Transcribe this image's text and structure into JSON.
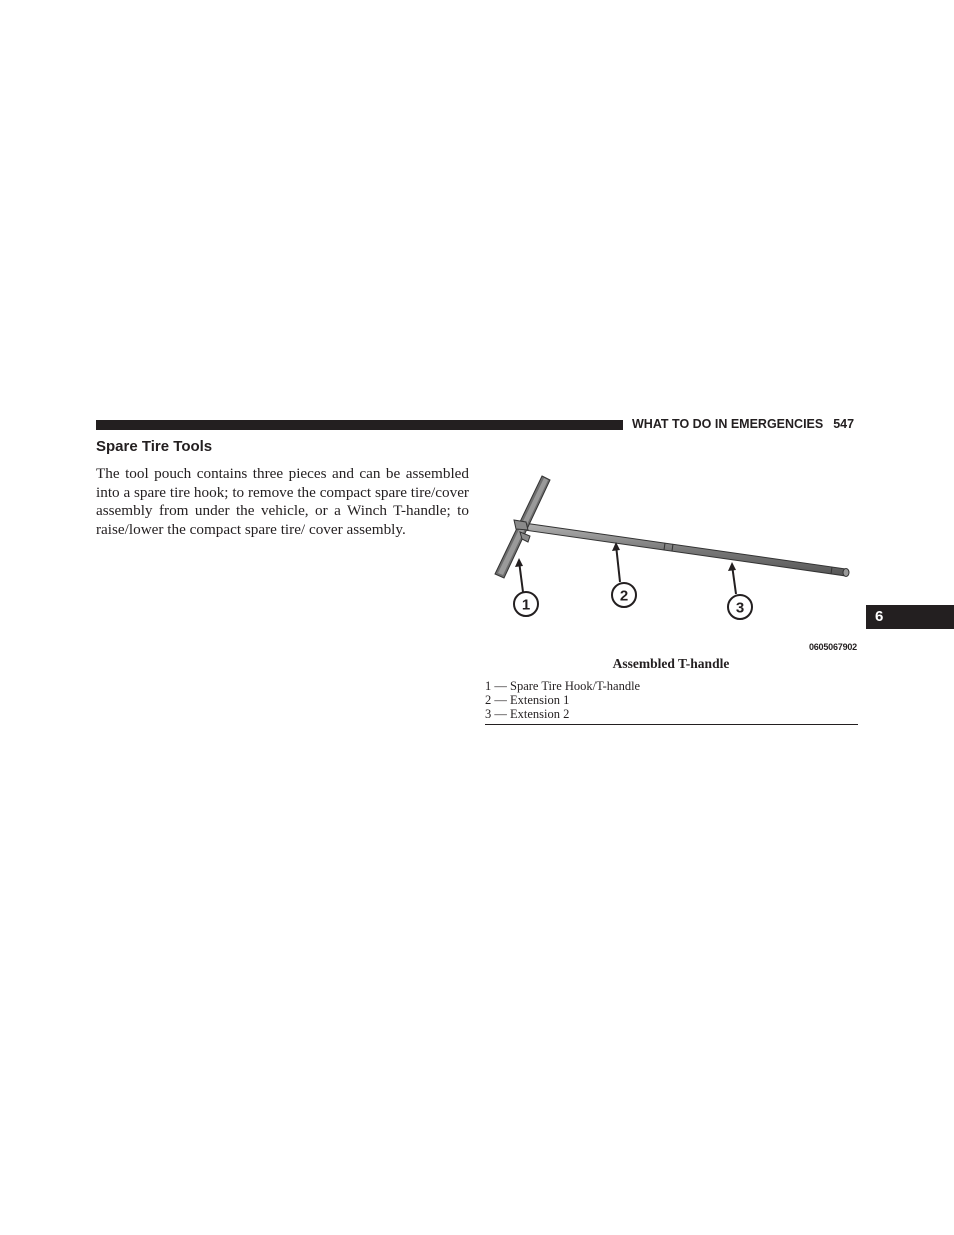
{
  "header": {
    "section": "WHAT TO DO IN EMERGENCIES",
    "page_number": "547"
  },
  "section": {
    "title": "Spare Tire Tools",
    "body": "The tool pouch contains three pieces and can be as­sembled into a spare tire hook; to remove the compact spare tire/cover assembly from under the vehicle, or a Winch T-handle; to raise/lower the compact spare tire/ cover assembly."
  },
  "figure": {
    "callouts": [
      "1",
      "2",
      "3"
    ],
    "code": "0605067902",
    "caption": "Assembled T-handle",
    "legend": [
      "1 — Spare Tire Hook/T-handle",
      "2 — Extension 1",
      "3 — Extension 2"
    ]
  },
  "chapter_tab": {
    "number": "6"
  }
}
